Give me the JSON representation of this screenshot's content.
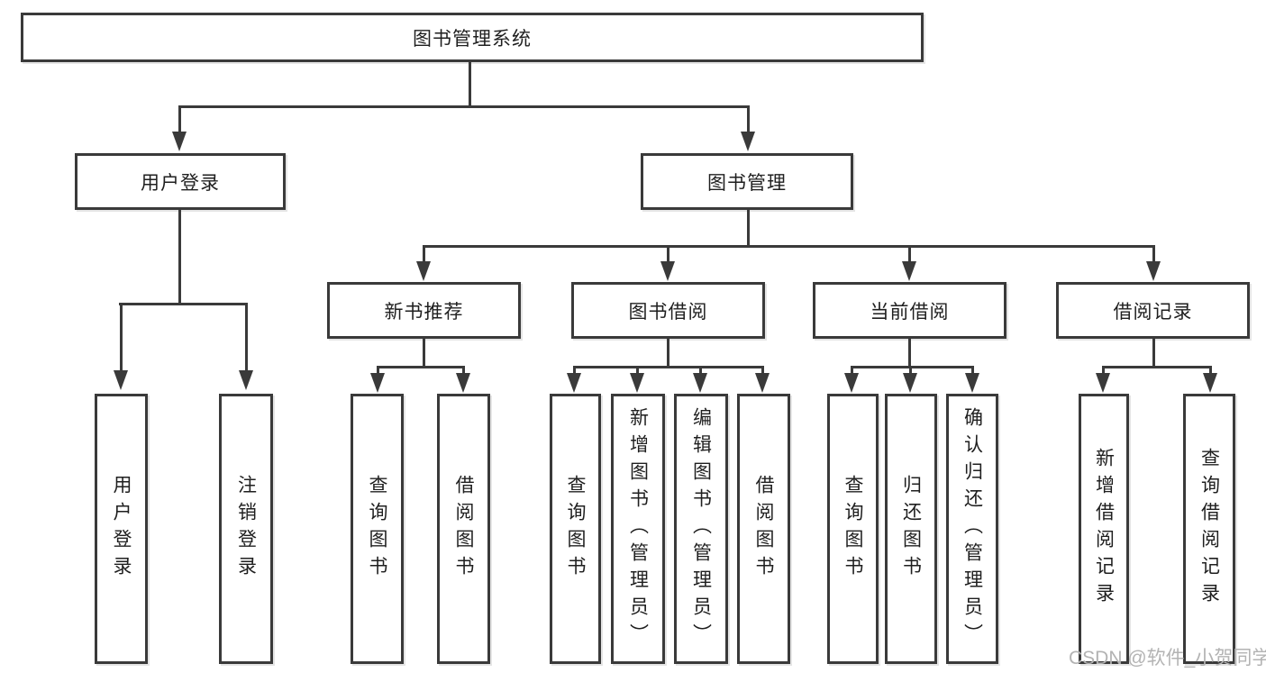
{
  "page": {
    "watermark": "CSDN @软件_小贺同学"
  },
  "colors": {
    "line": "#3a3a3a",
    "text": "#1f1f1f",
    "box_background": "#ffffff",
    "watermark_text": "#b3b3b3",
    "page_background": "#ffffff"
  },
  "diagram": {
    "root": {
      "label": "图书管理系统"
    },
    "user_branch": {
      "label": "用户登录",
      "leaves": [
        {
          "label": "用户登录"
        },
        {
          "label": "注销登录"
        }
      ]
    },
    "mgmt_branch": {
      "label": "图书管理",
      "groups": [
        {
          "label": "新书推荐",
          "leaves": [
            {
              "label": "查询图书"
            },
            {
              "label": "借阅图书"
            }
          ]
        },
        {
          "label": "图书借阅",
          "leaves": [
            {
              "label": "查询图书"
            },
            {
              "label": "新增图书（管理员）"
            },
            {
              "label": "编辑图书（管理员）"
            },
            {
              "label": "借阅图书"
            }
          ]
        },
        {
          "label": "当前借阅",
          "leaves": [
            {
              "label": "查询图书"
            },
            {
              "label": "归还图书"
            },
            {
              "label": "确认归还（管理员）"
            }
          ]
        },
        {
          "label": "借阅记录",
          "leaves": [
            {
              "label": "新增借阅记录"
            },
            {
              "label": "查询借阅记录"
            }
          ]
        }
      ]
    }
  }
}
